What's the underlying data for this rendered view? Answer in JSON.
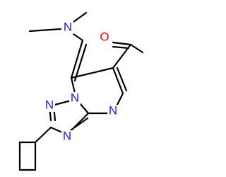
{
  "molecule": {
    "atoms": {
      "n_dimethyl": "N",
      "o_carbonyl": "O",
      "n_bridge": "N",
      "n_ring_right": "N",
      "n_triazole_left": "N",
      "n_triazole_bottom": "N"
    },
    "colors": {
      "bond": "#000000",
      "nitrogen": "#2020d0",
      "oxygen": "#e00000"
    }
  }
}
